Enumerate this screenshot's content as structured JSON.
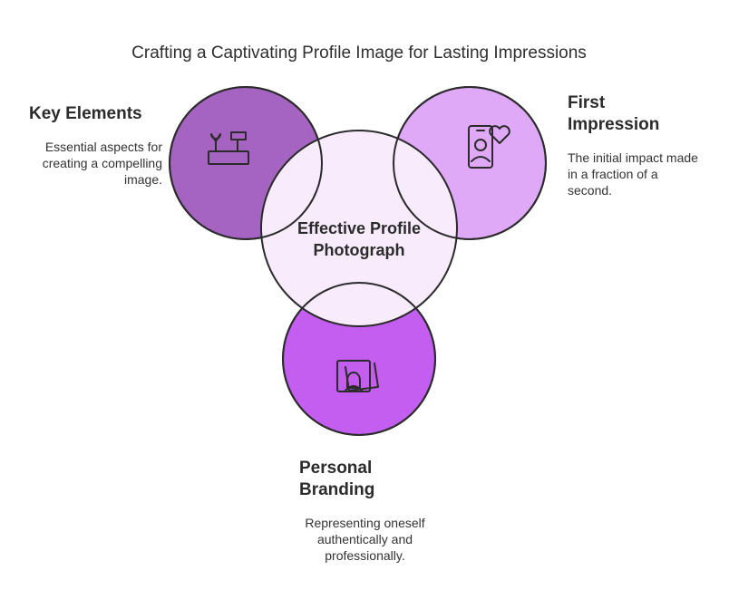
{
  "title": "Crafting a Captivating Profile Image for Lasting Impressions",
  "center": {
    "label": "Effective Profile Photograph"
  },
  "sections": {
    "key_elements": {
      "heading": "Key Elements",
      "description": "Essential aspects for creating a compelling image.",
      "icon": "toolbox-icon",
      "color": "#a563c2"
    },
    "first_impression": {
      "heading": "First Impression",
      "description": "The initial impact made in a fraction of a second.",
      "icon": "phone-heart-icon",
      "color": "#e0a9f7"
    },
    "personal_branding": {
      "heading": "Personal Branding",
      "description": "Representing oneself authentically and professionally.",
      "icon": "portrait-photos-icon",
      "color": "#c45ef0"
    }
  },
  "center_color": "#f7ebfc",
  "stroke_color": "#2b2b2b"
}
